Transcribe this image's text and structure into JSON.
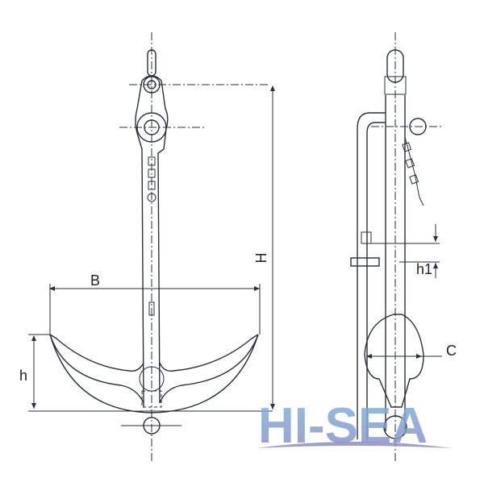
{
  "diagram": {
    "labels": {
      "B": "B",
      "h": "h",
      "H": "H",
      "h1": "h1",
      "C": "C"
    },
    "watermark": "HI-SEA"
  },
  "colors": {
    "line": "#2a2f3a",
    "watermark_top": "#7fb4e0",
    "watermark_bottom": "#8a8fc4"
  }
}
